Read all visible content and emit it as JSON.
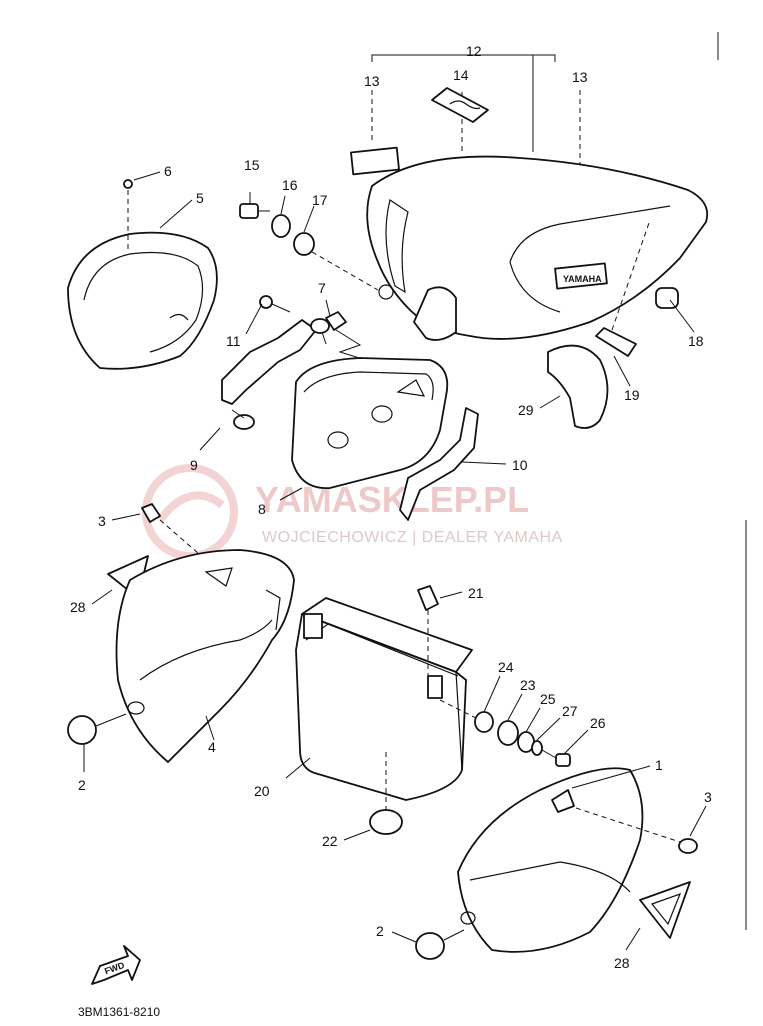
{
  "watermark": {
    "brand": "YAMASKLEP.PL",
    "dealer": "WOJCIECHOWICZ | DEALER YAMAHA",
    "color": "#e8b8b8"
  },
  "diagram": {
    "code": "3BM1361-8210",
    "fwd_label": "FWD",
    "emblem_text": "YAMAHA",
    "part_numbers": [
      "12",
      "13",
      "14",
      "13",
      "6",
      "5",
      "15",
      "16",
      "17",
      "7",
      "11",
      "18",
      "19",
      "29",
      "9",
      "10",
      "8",
      "3",
      "21",
      "28",
      "24",
      "23",
      "25",
      "27",
      "26",
      "1",
      "4",
      "2",
      "20",
      "22",
      "3",
      "2",
      "28"
    ]
  }
}
